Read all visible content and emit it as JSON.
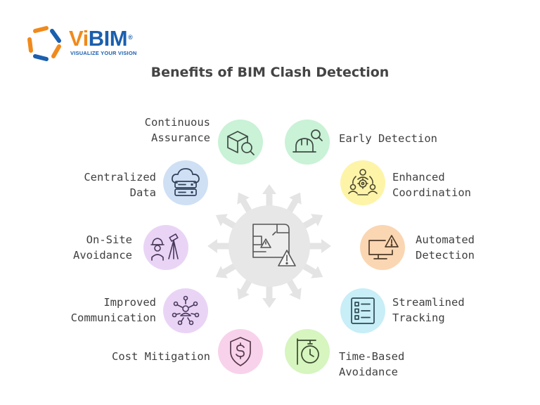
{
  "brand": {
    "name_first": "Vi",
    "name_rest": "BIM",
    "mark": "®",
    "tagline": "VISUALIZE YOUR VISION",
    "icon": "vibim-logo-icon"
  },
  "title": "Benefits of BIM Clash Detection",
  "center": {
    "icon": "blueprint-warning-icon"
  },
  "colors": {
    "green": "#c9f2d6",
    "yellow": "#fdf4a8",
    "orange": "#fbd6b2",
    "blue": "#cfe0f5",
    "purple": "#ead4f6",
    "cyan": "#c8eef7",
    "pink": "#f8d2ea",
    "lime": "#d6f5bf",
    "hub": "#e7e7e7"
  },
  "benefits": {
    "early_detection": {
      "line1": "Early Detection",
      "icon": "hardhat-search-icon"
    },
    "enhanced_coordination": {
      "line1": "Enhanced",
      "line2": "Coordination",
      "icon": "team-gear-icon"
    },
    "automated_detection": {
      "line1": "Automated",
      "line2": "Detection",
      "icon": "monitor-warning-icon"
    },
    "streamlined_tracking": {
      "line1": "Streamlined",
      "line2": "Tracking",
      "icon": "checklist-icon"
    },
    "time_based_avoidance": {
      "line1": "Time-Based",
      "line2": "Avoidance",
      "icon": "stopwatch-icon"
    },
    "cost_mitigation": {
      "line1": "Cost Mitigation",
      "icon": "dollar-shield-icon"
    },
    "improved_communication": {
      "line1": "Improved",
      "line2": "Communication",
      "icon": "people-network-icon"
    },
    "on_site_avoidance": {
      "line1": "On-Site",
      "line2": "Avoidance",
      "icon": "worker-surveying-icon"
    },
    "centralized_data": {
      "line1": "Centralized",
      "line2": "Data",
      "icon": "cloud-storage-icon"
    },
    "continuous_assurance": {
      "line1": "Continuous",
      "line2": "Assurance",
      "icon": "box-search-icon"
    }
  }
}
